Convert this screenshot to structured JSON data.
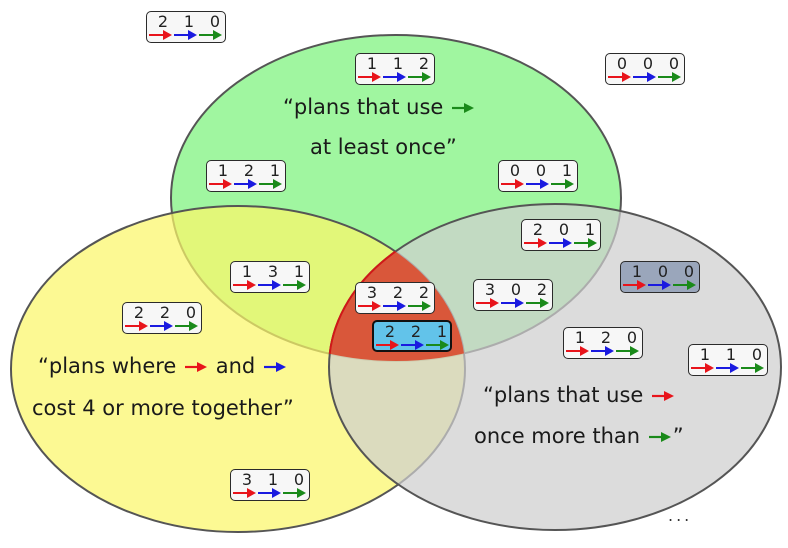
{
  "colors": {
    "green_set": "#7cf27c",
    "yellow_set": "#fbf76a",
    "gray_set": "#cfcfcf",
    "intersection_red": "#d9573a",
    "arrow_red": "#e8141b",
    "arrow_blue": "#1a1ae0",
    "arrow_green": "#1a8a1a"
  },
  "labels": {
    "green_line1": "“plans that use",
    "green_line2": "at least once”",
    "yellow_line1a": "“plans where",
    "yellow_and": "and",
    "yellow_line2": "cost 4 or more together”",
    "gray_line1": "“plans that use",
    "gray_line2a": "once more than",
    "gray_close": "”",
    "ellipsis": "..."
  },
  "plans": [
    {
      "name": "plan-2-1-0",
      "values": [
        "2",
        "1",
        "0"
      ]
    },
    {
      "name": "plan-1-1-2",
      "values": [
        "1",
        "1",
        "2"
      ]
    },
    {
      "name": "plan-0-0-0",
      "values": [
        "0",
        "0",
        "0"
      ]
    },
    {
      "name": "plan-1-2-1",
      "values": [
        "1",
        "2",
        "1"
      ]
    },
    {
      "name": "plan-0-0-1",
      "values": [
        "0",
        "0",
        "1"
      ]
    },
    {
      "name": "plan-2-0-1",
      "values": [
        "2",
        "0",
        "1"
      ]
    },
    {
      "name": "plan-1-3-1",
      "values": [
        "1",
        "3",
        "1"
      ]
    },
    {
      "name": "plan-1-0-0",
      "values": [
        "1",
        "0",
        "0"
      ],
      "style": "shaded"
    },
    {
      "name": "plan-3-2-2",
      "values": [
        "3",
        "2",
        "2"
      ]
    },
    {
      "name": "plan-3-0-2",
      "values": [
        "3",
        "0",
        "2"
      ]
    },
    {
      "name": "plan-2-2-0",
      "values": [
        "2",
        "2",
        "0"
      ]
    },
    {
      "name": "plan-2-2-1",
      "values": [
        "2",
        "2",
        "1"
      ],
      "style": "chosen"
    },
    {
      "name": "plan-1-2-0",
      "values": [
        "1",
        "2",
        "0"
      ]
    },
    {
      "name": "plan-1-1-0",
      "values": [
        "1",
        "1",
        "0"
      ]
    },
    {
      "name": "plan-3-1-0",
      "values": [
        "3",
        "1",
        "0"
      ]
    }
  ]
}
